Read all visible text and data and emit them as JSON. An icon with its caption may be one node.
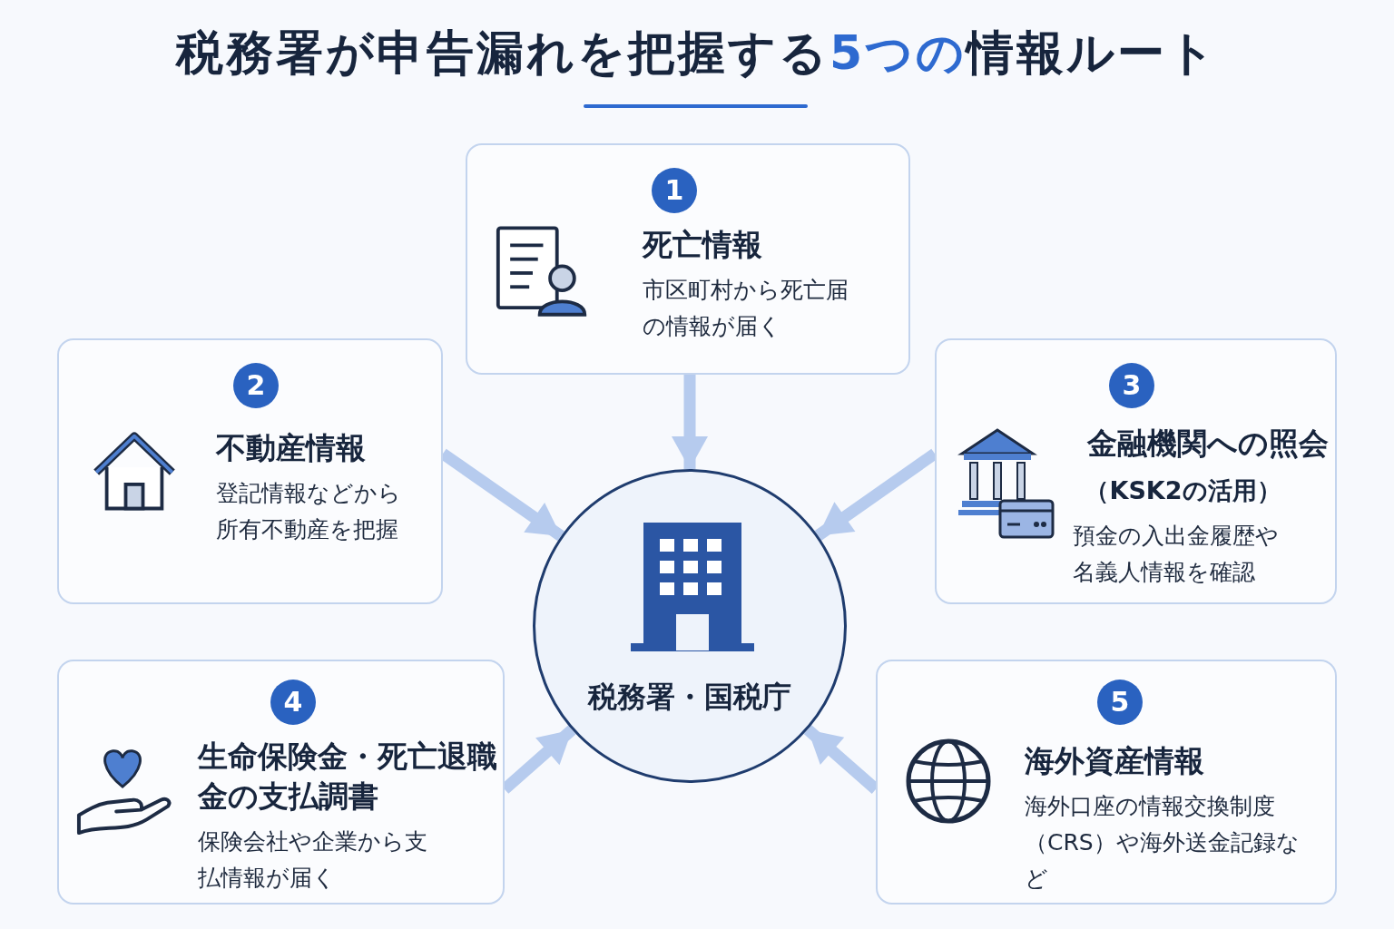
{
  "diagram": {
    "title": "税務署が申告漏れを把握する**5つの**情報ルート",
    "nodes": [
      {
        "text": [
          "税務署・国税庁"
        ]
      },
      {
        "text": [
          "1",
          "死亡情報",
          "市区町村から死亡届の情報が届く"
        ]
      },
      {
        "text": [
          "2",
          "不動産情報",
          "登記情報などから所有不動産を把握"
        ]
      },
      {
        "text": [
          "3",
          "金融機関への照会",
          "（KSK2の活用）",
          "預金の入出金履歴や名義人情報を確認"
        ]
      },
      {
        "text": [
          "4",
          "生命保険金・死亡退職金の支払調書",
          "保険会社や企業から支払情報が届く"
        ]
      },
      {
        "text": [
          "5",
          "海外資産情報",
          "海外口座の情報交換制度（CRS）や海外送金記録など"
        ]
      }
    ],
    "edges": [
      {
        "from": 1,
        "to": 0,
        "arrow": "to"
      },
      {
        "from": 2,
        "to": 0,
        "arrow": "to"
      },
      {
        "from": 3,
        "to": 0,
        "arrow": "to"
      },
      {
        "from": 4,
        "to": 0,
        "arrow": "to"
      },
      {
        "from": 5,
        "to": 0,
        "arrow": "to"
      }
    ]
  }
}
